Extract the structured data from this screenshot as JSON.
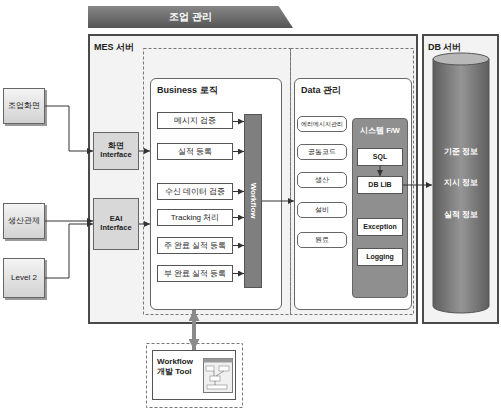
{
  "diagram": {
    "title": "조업 관리",
    "nodes": [
      {
        "text": [
          "MES 서버"
        ]
      },
      {
        "text": [
          "조업화면"
        ]
      },
      {
        "text": [
          "생산관제"
        ]
      },
      {
        "text": [
          "Level 2"
        ]
      },
      {
        "text": [
          "화면 Interface"
        ],
        "in": 0
      },
      {
        "text": [
          "EAI Interface"
        ],
        "in": 0
      },
      {
        "text": [
          "Business 로직"
        ],
        "in": 0
      },
      {
        "text": [
          "메시지 검증"
        ],
        "in": 6
      },
      {
        "text": [
          "실적 등록"
        ],
        "in": 6
      },
      {
        "text": [
          "수신 데이터 검증"
        ],
        "in": 6
      },
      {
        "text": [
          "Tracking 처리"
        ],
        "in": 6
      },
      {
        "text": [
          "주 완료 실적 등록"
        ],
        "in": 6
      },
      {
        "text": [
          "부 완료 실적 등록"
        ],
        "in": 6
      },
      {
        "text": [
          "Workflow"
        ],
        "in": 6
      },
      {
        "text": [
          "Data 관리"
        ],
        "in": 0
      },
      {
        "text": [
          "에러메시지관리"
        ],
        "in": 14
      },
      {
        "text": [
          "공통코드"
        ],
        "in": 14
      },
      {
        "text": [
          "생산"
        ],
        "in": 14
      },
      {
        "text": [
          "설비"
        ],
        "in": 14
      },
      {
        "text": [
          "원료"
        ],
        "in": 14
      },
      {
        "text": [
          "시스템 F/W"
        ],
        "in": 14
      },
      {
        "text": [
          "SQL"
        ],
        "in": 20
      },
      {
        "text": [
          "DB LIB"
        ],
        "in": 20
      },
      {
        "text": [
          "Exception"
        ],
        "in": 20
      },
      {
        "text": [
          "Logging"
        ],
        "in": 20
      },
      {
        "text": [
          "DB 서버"
        ]
      },
      {
        "text": [
          "기준 정보",
          "지시 정보",
          "실적 정보"
        ],
        "in": 25
      },
      {
        "text": [
          "Workflow 개발 Tool"
        ]
      }
    ],
    "edges": [
      {
        "from": 1,
        "to": 4,
        "arrow": "to"
      },
      {
        "from": 2,
        "to": 5,
        "arrow": "to"
      },
      {
        "from": 3,
        "to": 5,
        "arrow": "to"
      },
      {
        "from": 4,
        "to": 6,
        "arrow": "to"
      },
      {
        "from": 5,
        "to": 6,
        "arrow": "to"
      },
      {
        "from": 7,
        "to": 13,
        "arrow": "to"
      },
      {
        "from": 8,
        "to": 13,
        "arrow": "to"
      },
      {
        "from": 9,
        "to": 13,
        "arrow": "to"
      },
      {
        "from": 10,
        "to": 13,
        "arrow": "to"
      },
      {
        "from": 11,
        "to": 13,
        "arrow": "to"
      },
      {
        "from": 12,
        "to": 13,
        "arrow": "to"
      },
      {
        "from": 13,
        "to": 14,
        "arrow": "to"
      },
      {
        "from": 21,
        "to": 22,
        "arrow": "to"
      },
      {
        "from": 22,
        "to": 26,
        "arrow": "to"
      },
      {
        "from": 27,
        "to": 6,
        "arrow": "both"
      }
    ]
  }
}
